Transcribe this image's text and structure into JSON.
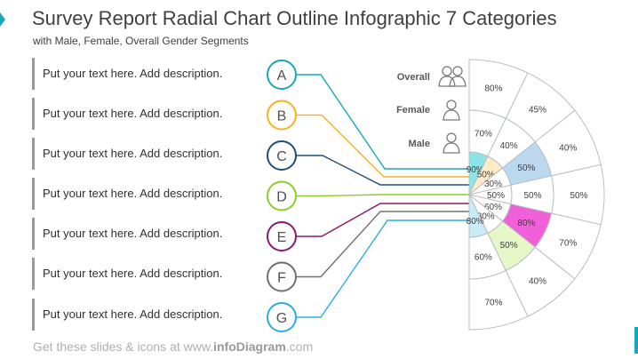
{
  "title": "Survey Report Radial Chart Outline Infographic 7 Categories",
  "subtitle": "with Male, Female, Overall Gender Segments",
  "footer": {
    "prefix": "Get these slides & icons at www.",
    "brand": "infoDiagram",
    "suffix": ".com"
  },
  "legend": {
    "overall": "Overall",
    "female": "Female",
    "male": "Male",
    "overall_icon": "group-icon",
    "female_icon": "female-icon",
    "male_icon": "male-icon"
  },
  "categories": [
    {
      "letter": "A",
      "color": "#1aa7b8",
      "description": "Put your text here. Add description."
    },
    {
      "letter": "B",
      "color": "#f5b324",
      "description": "Put your text here. Add description."
    },
    {
      "letter": "C",
      "color": "#1f4e79",
      "description": "Put your text here. Add description."
    },
    {
      "letter": "D",
      "color": "#8ecb2d",
      "description": "Put your text here. Add description."
    },
    {
      "letter": "E",
      "color": "#8b1a6b",
      "description": "Put your text here. Add description."
    },
    {
      "letter": "F",
      "color": "#707070",
      "description": "Put your text here. Add description."
    },
    {
      "letter": "G",
      "color": "#2aaee0",
      "description": "Put your text here. Add description."
    }
  ],
  "chart_data": {
    "type": "radial",
    "rings": [
      "Male",
      "Female",
      "Overall"
    ],
    "series": [
      {
        "name": "Male",
        "values": [
          "90%",
          "50%",
          "30%",
          "50%",
          "60%",
          "30%",
          "80%"
        ]
      },
      {
        "name": "Female",
        "values": [
          "70%",
          "40%",
          "50%",
          "50%",
          "80%",
          "50%",
          "60%"
        ]
      },
      {
        "name": "Overall",
        "values": [
          "80%",
          "45%",
          "40%",
          "50%",
          "70%",
          "40%",
          "70%"
        ]
      }
    ],
    "highlights": [
      {
        "category": "A",
        "ring": "Male",
        "color": "#8de4e8"
      },
      {
        "category": "B",
        "ring": "Male",
        "color": "#fdebc6"
      },
      {
        "category": "C",
        "ring": "Female",
        "color": "#bcd8ef"
      },
      {
        "category": "E",
        "ring": "Female",
        "color": "#f060d8"
      },
      {
        "category": "F",
        "ring": "Female",
        "color": "#e6f7c8"
      },
      {
        "category": "G",
        "ring": "Male",
        "color": "#c8ecf8"
      }
    ]
  }
}
